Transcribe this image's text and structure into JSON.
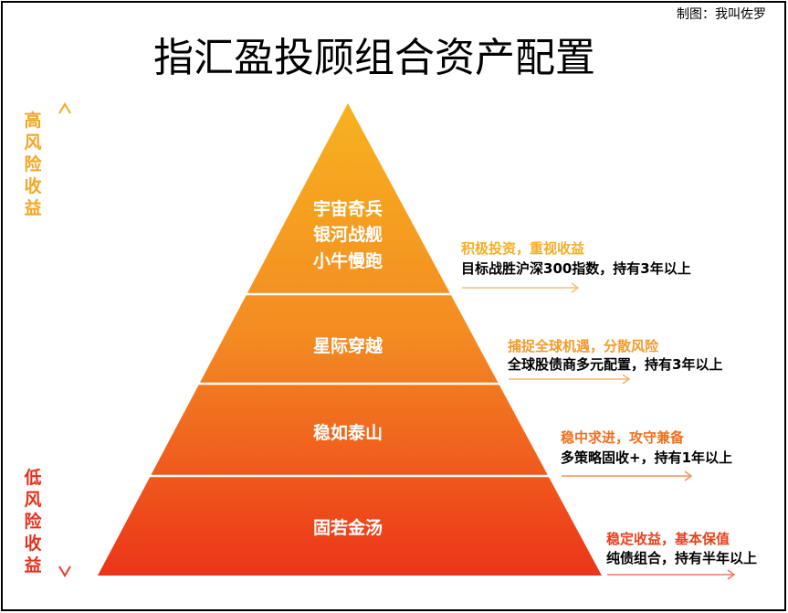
{
  "title": "指汇盈投顾组合资产配置",
  "credit": "制图：我叫佐罗",
  "axis": {
    "high_label": [
      "高",
      "风",
      "险",
      "收",
      "益"
    ],
    "low_label": [
      "低",
      "风",
      "险",
      "收",
      "益"
    ],
    "high_color": "#F5A623",
    "low_color": "#E8301C"
  },
  "tiers": [
    {
      "names": [
        "宇宙奇兵",
        "银河战舰",
        "小牛慢跑"
      ],
      "headline": "积极投资，重视收益",
      "detail": "目标战胜沪深300指数，持有3年以上",
      "color": "#F5AE24"
    },
    {
      "names": [
        "星际穿越"
      ],
      "headline": "捕捉全球机遇，分散风险",
      "detail": "全球股债商多元配置，持有3年以上",
      "color": "#F39A2A"
    },
    {
      "names": [
        "稳如泰山"
      ],
      "headline": "稳中求进，攻守兼备",
      "detail": "多策略固收+，持有1年以上",
      "color": "#F07020"
    },
    {
      "names": [
        "固若金汤"
      ],
      "headline": "稳定收益，基本保值",
      "detail": "纯债组合，持有半年以上",
      "color": "#E8401C"
    }
  ]
}
